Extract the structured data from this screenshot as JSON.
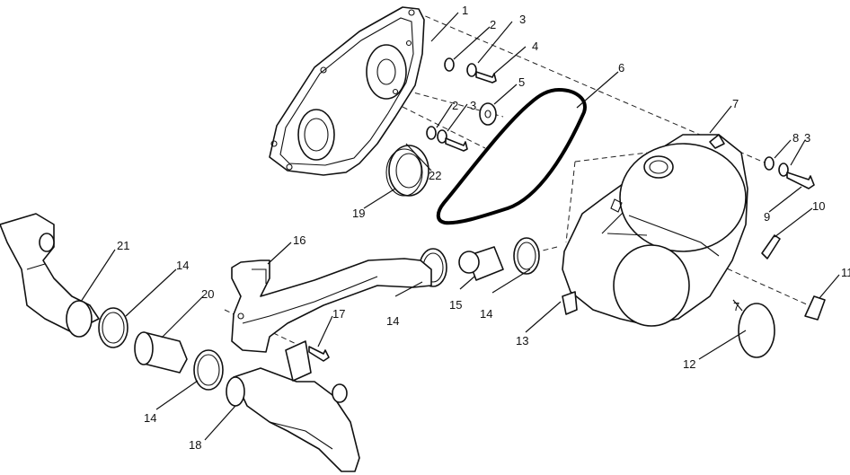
{
  "callouts": [
    {
      "id": "c1",
      "text": "1"
    },
    {
      "id": "c2a",
      "text": "2"
    },
    {
      "id": "c3a",
      "text": "3"
    },
    {
      "id": "c4",
      "text": "4"
    },
    {
      "id": "c5",
      "text": "5"
    },
    {
      "id": "c6",
      "text": "6"
    },
    {
      "id": "c2b",
      "text": "2"
    },
    {
      "id": "c3b",
      "text": "3"
    },
    {
      "id": "c7a",
      "text": "7"
    },
    {
      "id": "c8",
      "text": "8"
    },
    {
      "id": "c3c",
      "text": "3"
    },
    {
      "id": "c9",
      "text": "9"
    },
    {
      "id": "c10",
      "text": "10"
    },
    {
      "id": "c11",
      "text": "11"
    },
    {
      "id": "c7b",
      "text": "7"
    },
    {
      "id": "c12",
      "text": "12"
    },
    {
      "id": "c13",
      "text": "13"
    },
    {
      "id": "c14a",
      "text": "14"
    },
    {
      "id": "c15",
      "text": "15"
    },
    {
      "id": "c14b",
      "text": "14"
    },
    {
      "id": "c16",
      "text": "16"
    },
    {
      "id": "c14c",
      "text": "14"
    },
    {
      "id": "c21",
      "text": "21"
    },
    {
      "id": "c20",
      "text": "20"
    },
    {
      "id": "c17",
      "text": "17"
    },
    {
      "id": "c14d",
      "text": "14"
    },
    {
      "id": "c18",
      "text": "18"
    },
    {
      "id": "c19",
      "text": "19"
    },
    {
      "id": "c22",
      "text": "22"
    }
  ]
}
